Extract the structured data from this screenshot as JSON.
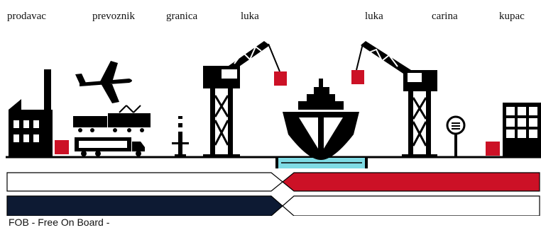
{
  "labels": {
    "seller": "prodavac",
    "carrier": "prevoznik",
    "border": "granica",
    "port_origin": "luka",
    "port_destination": "luka",
    "customs": "carina",
    "buyer": "kupac"
  },
  "caption": "FOB - Free On Board -",
  "colors": {
    "risk_seller": "#0d1a33",
    "risk_buyer": "#cc1126",
    "crate": "#cc1126",
    "water": "#7fdbe4",
    "ink": "#000000"
  },
  "icons": [
    "factory-icon",
    "airplane-icon",
    "train-icon",
    "truck-icon",
    "border-barrier-icon",
    "crane-icon",
    "ship-icon",
    "customs-sign-icon",
    "warehouse-icon"
  ]
}
